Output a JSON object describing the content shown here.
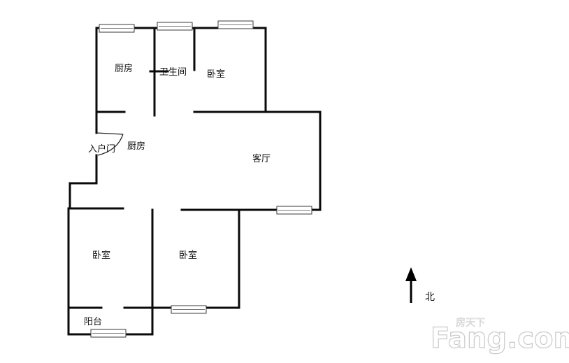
{
  "rooms": {
    "kitchen_top": "厨房",
    "bathroom": "卫生间",
    "bedroom_ne": "卧室",
    "entry_door": "入户门",
    "kitchen_mid": "厨房",
    "living_room": "客厅",
    "bedroom_sw": "卧室",
    "bedroom_s": "卧室",
    "balcony": "阳台"
  },
  "compass": {
    "label": "北"
  },
  "watermark": {
    "brand": "Fang.com",
    "brand_cn": "房天下"
  },
  "colors": {
    "wall": "#0a0a0a",
    "watermark_outline": "#c9c9c9"
  }
}
